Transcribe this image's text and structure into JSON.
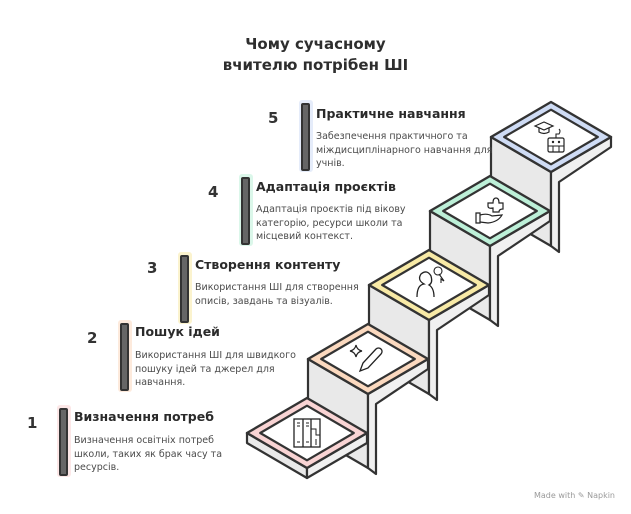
{
  "title": {
    "line1": "Чому сучасному",
    "line2": "вчителю потрібен ШІ"
  },
  "steps": [
    {
      "number": "1",
      "title": "Визначення потреб",
      "description": "Визначення освітніх потреб школи, таких як брак часу та ресурсів.",
      "accent": "#f9d4d4",
      "icon": "lockers-icon"
    },
    {
      "number": "2",
      "title": "Пошук ідей",
      "description": "Використання ШІ для швидкого пошуку ідей та джерел для навчання.",
      "accent": "#fbd9bf",
      "icon": "pencil-sparkle-icon"
    },
    {
      "number": "3",
      "title": "Створення контенту",
      "description": "Використання ШІ для створення описів, завдань та візуалів.",
      "accent": "#f8eaa6",
      "icon": "person-cursor-icon"
    },
    {
      "number": "4",
      "title": "Адаптація проєктів",
      "description": "Адаптація проєктів під вікову категорію, ресурси школи та місцевий контекст.",
      "accent": "#bdf0d8",
      "icon": "hand-puzzle-icon"
    },
    {
      "number": "5",
      "title": "Практичне навчання",
      "description": "Забезпечення практичного та міждисциплінарного навчання для учнів.",
      "accent": "#cfdcf5",
      "icon": "graduation-robot-icon"
    }
  ],
  "footer": "Made with ✎ Napkin"
}
